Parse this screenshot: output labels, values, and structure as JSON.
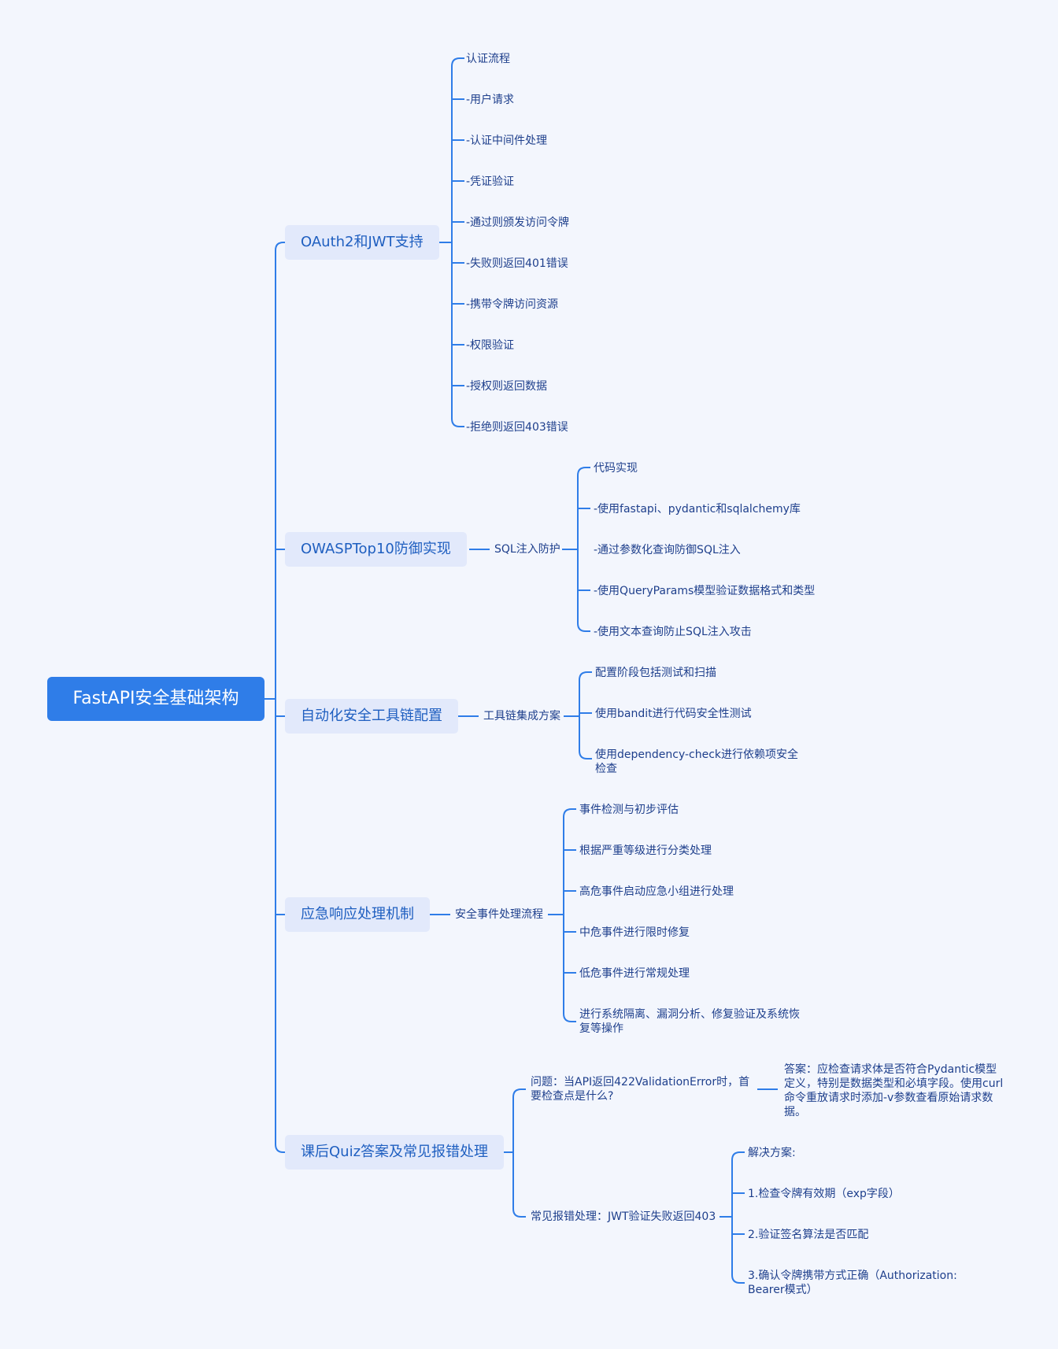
{
  "root": "FastAPI安全基础架构",
  "branches": [
    {
      "label": "OAuth2和JWT支持",
      "items": [
        "认证流程",
        "-用户请求",
        "-认证中间件处理",
        "-凭证验证",
        "-通过则颁发访问令牌",
        "-失败则返回401错误",
        "-携带令牌访问资源",
        "-权限验证",
        "-授权则返回数据",
        "-拒绝则返回403错误"
      ]
    },
    {
      "label": "OWASPTop10防御实现",
      "sub": "SQL注入防护",
      "items": [
        "代码实现",
        "-使用fastapi、pydantic和sqlalchemy库",
        "-通过参数化查询防御SQL注入",
        "-使用QueryParams模型验证数据格式和类型",
        "-使用文本查询防止SQL注入攻击"
      ]
    },
    {
      "label": "自动化安全工具链配置",
      "sub": "工具链集成方案",
      "items": [
        "配置阶段包括测试和扫描",
        "使用bandit进行代码安全性测试",
        "使用dependency-check进行依赖项安全检查"
      ]
    },
    {
      "label": "应急响应处理机制",
      "sub": "安全事件处理流程",
      "items": [
        "事件检测与初步评估",
        "根据严重等级进行分类处理",
        "高危事件启动应急小组进行处理",
        "中危事件进行限时修复",
        "低危事件进行常规处理",
        "进行系统隔离、漏洞分析、修复验证及系统恢复等操作"
      ]
    },
    {
      "label": "课后Quiz答案及常见报错处理",
      "question": "问题：当API返回422ValidationError时，首要检查点是什么?",
      "answer": "答案：应检查请求体是否符合Pydantic模型定义，特别是数据类型和必填字段。使用curl命令重放请求时添加-v参数查看原始请求数据。",
      "error": "常见报错处理：JWT验证失败返回403",
      "solutions": [
        "解决方案:",
        "1.检查令牌有效期（exp字段）",
        "2.验证签名算法是否匹配",
        "3.确认令牌携带方式正确（Authorization: Bearer模式）"
      ]
    }
  ],
  "colors": {
    "line": "#2f7de8",
    "root_bg": "#2f7de8",
    "branch_bg": "#e2e9fb",
    "branch_text": "#1f5fc0",
    "leaf_text": "#1e3f8c",
    "background": "#f3f6fd"
  }
}
